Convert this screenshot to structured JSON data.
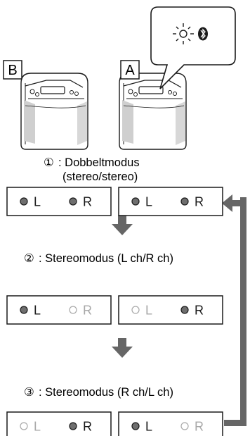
{
  "speakers": {
    "left_label": "B",
    "right_label": "A"
  },
  "callout": {
    "icons": [
      "indicator-light-blinking-icon",
      "bluetooth-icon"
    ]
  },
  "modes": [
    {
      "number": "①",
      "title_line1": ": Dobbeltmodus",
      "title_line2": "(stereo/stereo)",
      "boxes": [
        {
          "left": {
            "text": "L",
            "lit": true
          },
          "right": {
            "text": "R",
            "lit": true
          }
        },
        {
          "left": {
            "text": "L",
            "lit": true
          },
          "right": {
            "text": "R",
            "lit": true
          }
        }
      ]
    },
    {
      "number": "②",
      "title_line1": ": Stereomodus (L ch/R ch)",
      "title_line2": "",
      "boxes": [
        {
          "left": {
            "text": "L",
            "lit": true
          },
          "right": {
            "text": "R",
            "lit": false
          }
        },
        {
          "left": {
            "text": "L",
            "lit": false
          },
          "right": {
            "text": "R",
            "lit": true
          }
        }
      ]
    },
    {
      "number": "③",
      "title_line1": ": Stereomodus (R ch/L ch)",
      "title_line2": "",
      "boxes": [
        {
          "left": {
            "text": "L",
            "lit": false
          },
          "right": {
            "text": "R",
            "lit": true
          }
        },
        {
          "left": {
            "text": "L",
            "lit": true
          },
          "right": {
            "text": "R",
            "lit": false
          }
        }
      ]
    }
  ],
  "colors": {
    "lit_indicator": "#6e6e6e",
    "unlit": "#a8a8a8",
    "arrow": "#666666",
    "stroke": "#1a1a1a"
  }
}
